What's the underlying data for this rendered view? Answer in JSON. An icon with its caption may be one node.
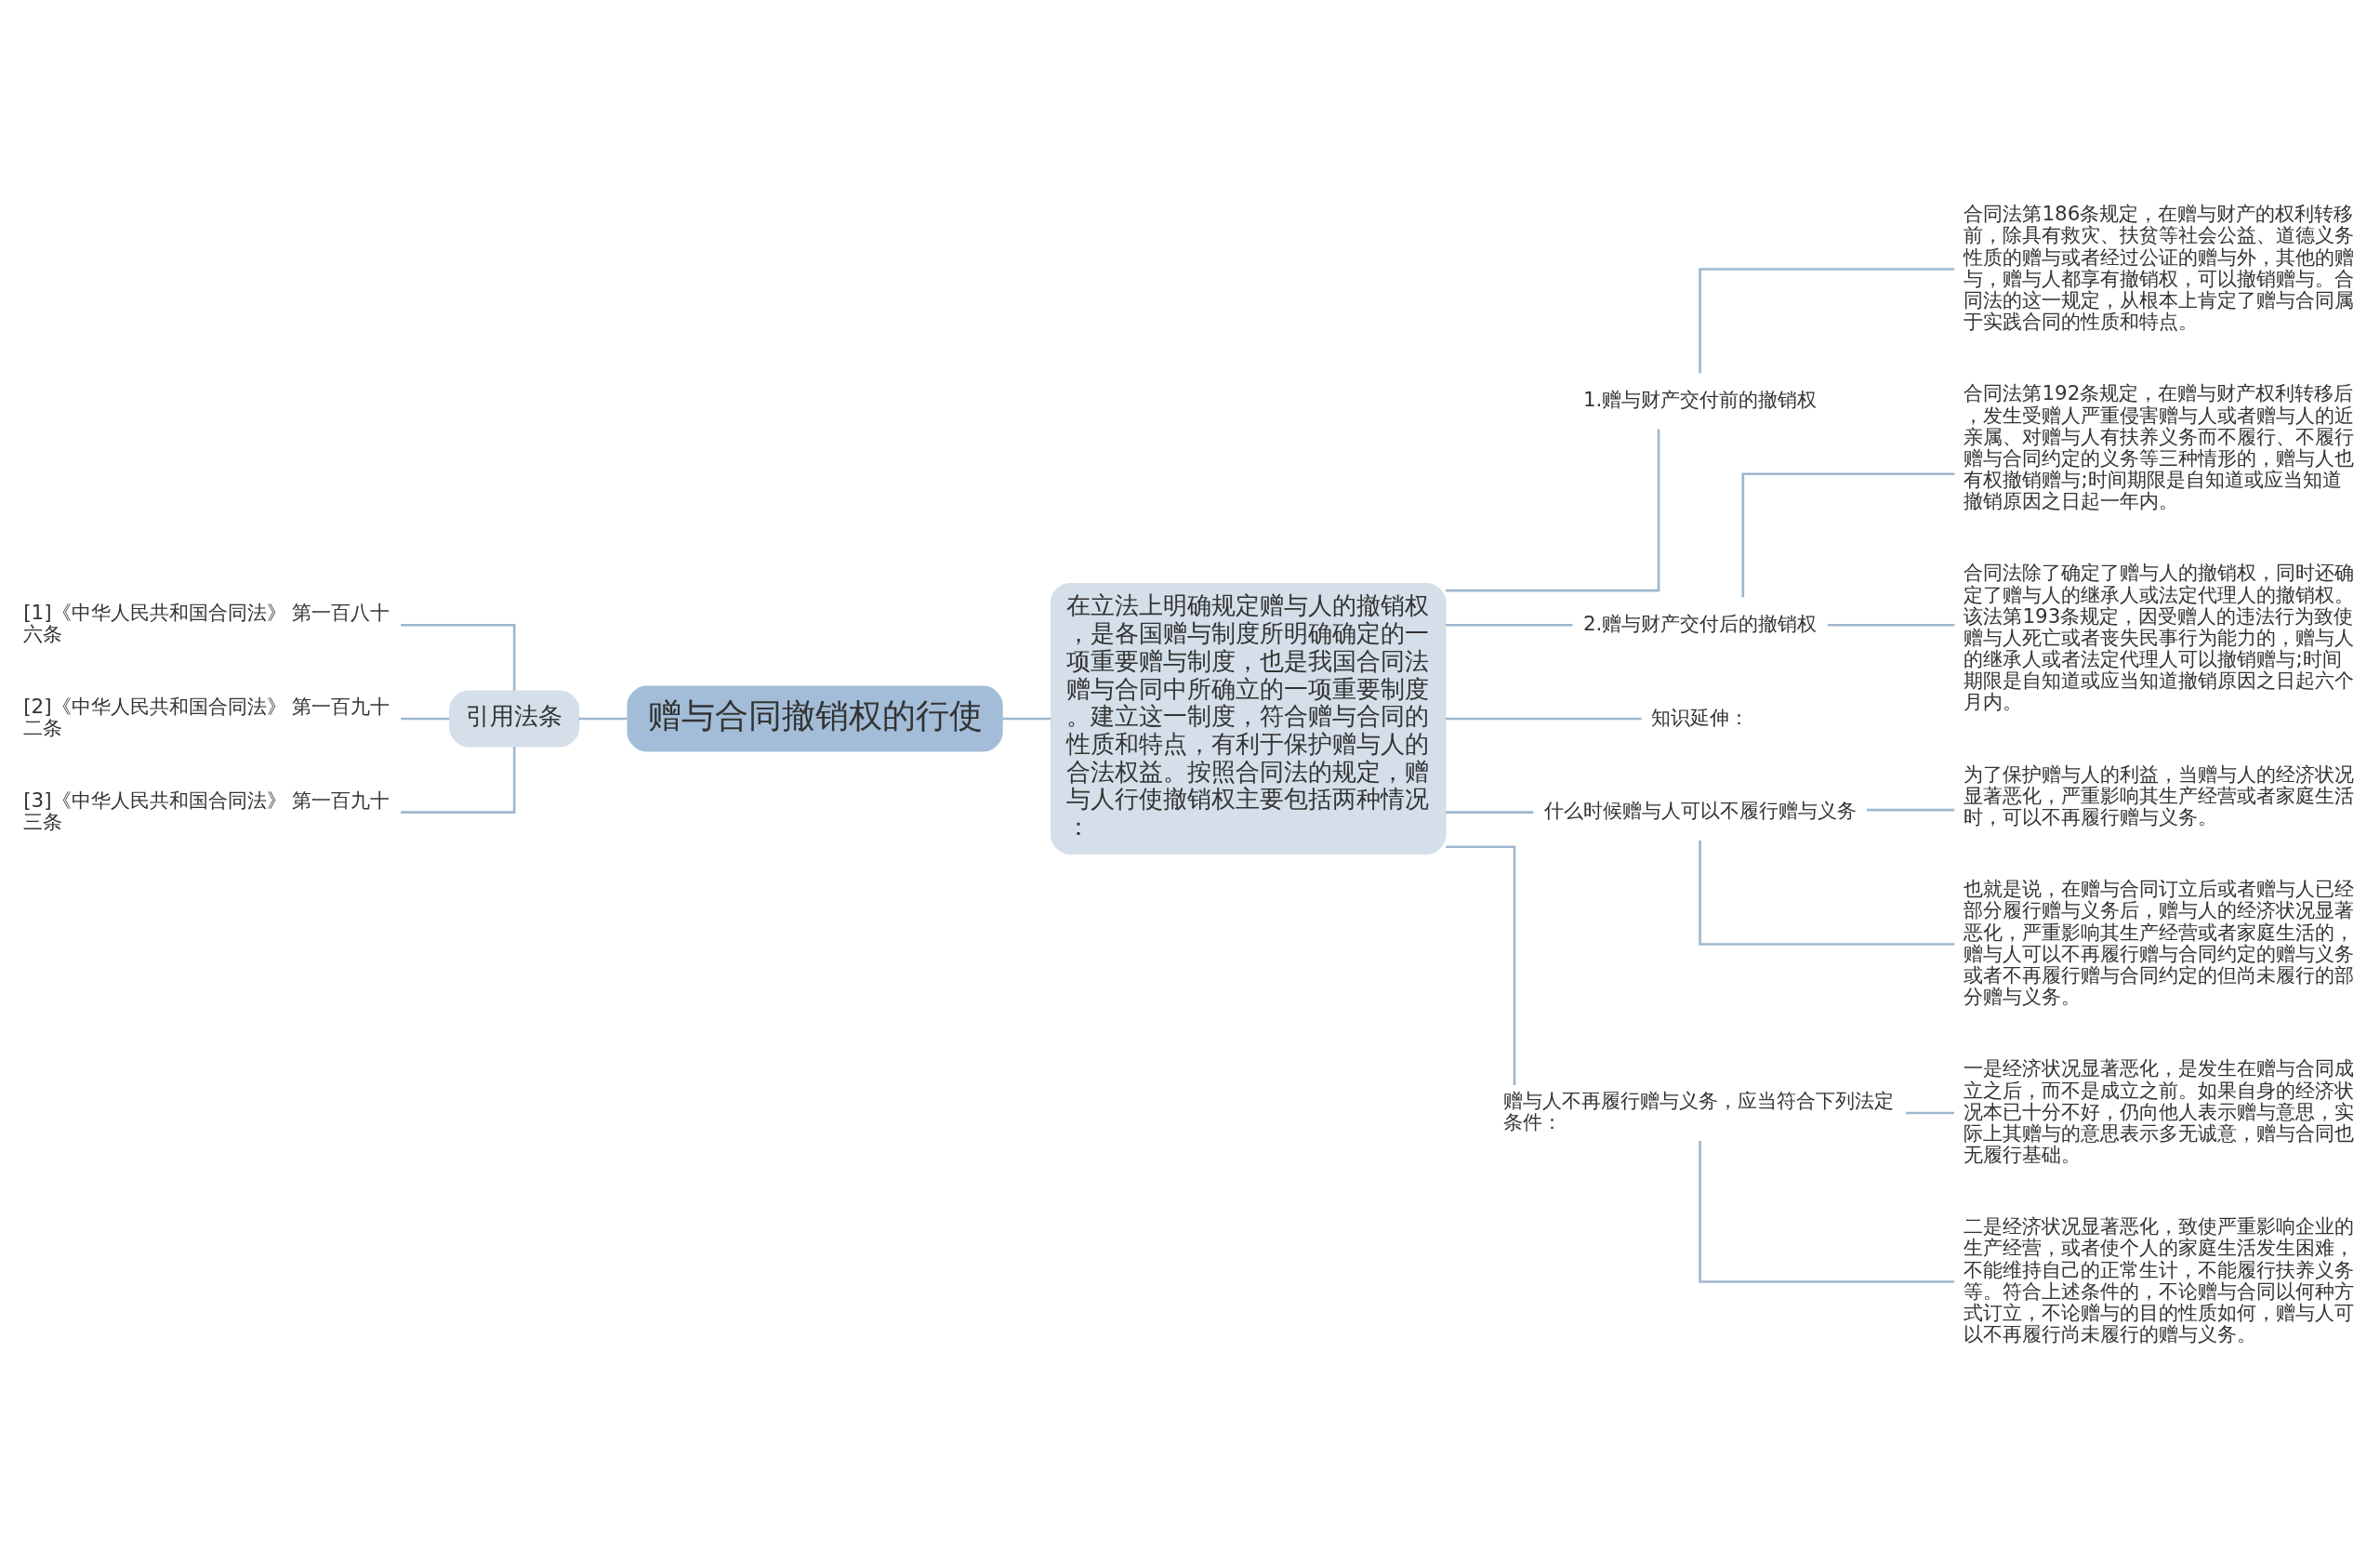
{
  "diagram": {
    "nodes": [
      {
        "text": [
          "赠与合同撤销权的行使"
        ]
      },
      {
        "text": [
          "引用法条"
        ]
      },
      {
        "text": [
          "[1]《中华人民共和国合同法》 第一百八十六条"
        ]
      },
      {
        "text": [
          "[2]《中华人民共和国合同法》 第一百九十二条"
        ]
      },
      {
        "text": [
          "[3]《中华人民共和国合同法》 第一百九十三条"
        ]
      },
      {
        "text": [
          "在立法上明确规定赠与人的撤销权，是各国赠与制度所明确确定的一项重要赠与制度，也是我国合同法赠与合同中所确立的一项重要制度。建立这一制度，符合赠与合同的性质和特点，有利于保护赠与人的合法权益。按照合同法的规定，赠与人行使撤销权主要包括两种情况："
        ]
      },
      {
        "text": [
          "1.赠与财产交付前的撤销权"
        ]
      },
      {
        "text": [
          "合同法第186条规定，在赠与财产的权利转移前，除具有救灾、扶贫等社会公益、道德义务性质的赠与或者经过公证的赠与外，其他的赠与，赠与人都享有撤销权，可以撤销赠与。合同法的这一规定，从根本上肯定了赠与合同属于实践合同的性质和特点。"
        ]
      },
      {
        "text": [
          "2.赠与财产交付后的撤销权"
        ]
      },
      {
        "text": [
          "合同法第192条规定，在赠与财产权利转移后，发生受赠人严重侵害赠与人或者赠与人的近亲属、对赠与人有扶养义务而不履行、不履行赠与合同约定的义务等三种情形的，赠与人也有权撤销赠与;时间期限是自知道或应当知道撤销原因之日起一年内。"
        ]
      },
      {
        "text": [
          "合同法除了确定了赠与人的撤销权，同时还确定了赠与人的继承人或法定代理人的撤销权。该法第193条规定，因受赠人的违法行为致使赠与人死亡或者丧失民事行为能力的，赠与人的继承人或者法定代理人可以撤销赠与;时间期限是自知道或应当知道撤销原因之日起六个月内。"
        ]
      },
      {
        "text": [
          "知识延伸："
        ]
      },
      {
        "text": [
          "什么时候赠与人可以不履行赠与义务"
        ]
      },
      {
        "text": [
          "为了保护赠与人的利益，当赠与人的经济状况显著恶化，严重影响其生产经营或者家庭生活时，可以不再履行赠与义务。"
        ]
      },
      {
        "text": [
          "也就是说，在赠与合同订立后或者赠与人已经部分履行赠与义务后，赠与人的经济状况显著恶化，严重影响其生产经营或者家庭生活的，赠与人可以不再履行赠与合同约定的赠与义务或者不再履行赠与合同约定的但尚未履行的部分赠与义务。"
        ]
      },
      {
        "text": [
          "赠与人不再履行赠与义务，应当符合下列法定条件："
        ]
      },
      {
        "text": [
          "一是经济状况显著恶化，是发生在赠与合同成立之后，而不是成立之前。如果自身的经济状况本已十分不好，仍向他人表示赠与意思，实际上其赠与的意思表示多无诚意，赠与合同也无履行基础。"
        ]
      },
      {
        "text": [
          "二是经济状况显著恶化，致使严重影响企业的生产经营，或者使个人的家庭生活发生困难，不能维持自己的正常生计，不能履行扶养义务等。符合上述条件的，不论赠与合同以何种方式订立，不论赠与的目的性质如何，赠与人可以不再履行尚未履行的赠与义务。"
        ]
      }
    ],
    "edges": [
      {
        "from": 0,
        "to": 1,
        "arrow": "none"
      },
      {
        "from": 1,
        "to": 2,
        "arrow": "none"
      },
      {
        "from": 1,
        "to": 3,
        "arrow": "none"
      },
      {
        "from": 1,
        "to": 4,
        "arrow": "none"
      },
      {
        "from": 0,
        "to": 5,
        "arrow": "none"
      },
      {
        "from": 5,
        "to": 6,
        "arrow": "none"
      },
      {
        "from": 6,
        "to": 7,
        "arrow": "none"
      },
      {
        "from": 5,
        "to": 8,
        "arrow": "none"
      },
      {
        "from": 8,
        "to": 9,
        "arrow": "none"
      },
      {
        "from": 8,
        "to": 10,
        "arrow": "none"
      },
      {
        "from": 5,
        "to": 11,
        "arrow": "none"
      },
      {
        "from": 5,
        "to": 12,
        "arrow": "none"
      },
      {
        "from": 12,
        "to": 13,
        "arrow": "none"
      },
      {
        "from": 12,
        "to": 14,
        "arrow": "none"
      },
      {
        "from": 5,
        "to": 15,
        "arrow": "none"
      },
      {
        "from": 15,
        "to": 16,
        "arrow": "none"
      },
      {
        "from": 15,
        "to": 17,
        "arrow": "none"
      }
    ]
  }
}
